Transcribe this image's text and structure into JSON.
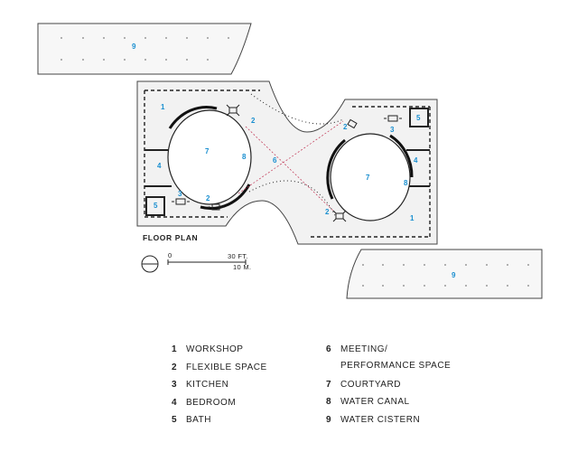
{
  "plan_title": "FLOOR PLAN",
  "scale": {
    "zero": "0",
    "feet": "30 FT.",
    "meters": "10 M."
  },
  "room_numbers": {
    "workshop": "1",
    "flexible_space": "2",
    "kitchen": "3",
    "bedroom": "4",
    "bath": "5",
    "meeting": "6",
    "courtyard": "7",
    "water_canal": "8",
    "water_cistern": "9"
  },
  "legend": [
    {
      "num": "1",
      "label": "WORKSHOP"
    },
    {
      "num": "2",
      "label": "FLEXIBLE SPACE"
    },
    {
      "num": "3",
      "label": "KITCHEN"
    },
    {
      "num": "4",
      "label": "BEDROOM"
    },
    {
      "num": "5",
      "label": "BATH"
    },
    {
      "num": "6",
      "label": "MEETING/",
      "cont": "PERFORMANCE SPACE"
    },
    {
      "num": "7",
      "label": "COURTYARD"
    },
    {
      "num": "8",
      "label": "WATER CANAL"
    },
    {
      "num": "9",
      "label": "WATER CISTERN"
    }
  ],
  "colors": {
    "label_blue": "#1a8fd0",
    "line": "#222222",
    "fill": "#f7f7f7"
  }
}
